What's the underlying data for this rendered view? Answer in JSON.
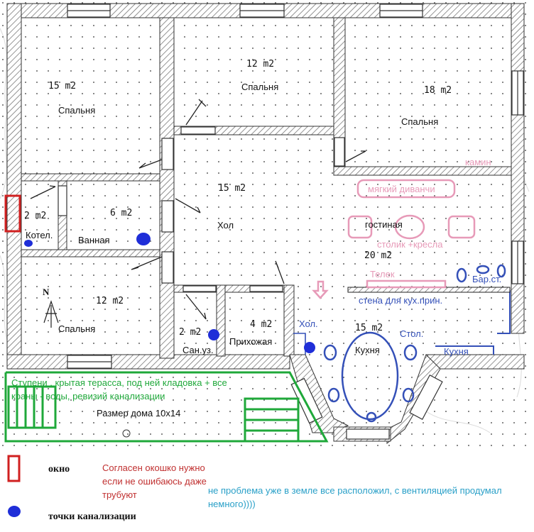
{
  "plan": {
    "rooms": {
      "bedroom_nw": {
        "area": "15 m2",
        "name": "Спальня"
      },
      "bedroom_n": {
        "area": "12 m2",
        "name": "Спальня"
      },
      "bedroom_ne": {
        "area": "18 m2",
        "name": "Спальня"
      },
      "boiler": {
        "area": "2 m2",
        "name": "Котел."
      },
      "bathroom": {
        "area": "6 m2",
        "name": "Ванная"
      },
      "hall": {
        "area": "15 m2",
        "name": "Хол"
      },
      "living": {
        "area": "20 m2",
        "name": "гостиная"
      },
      "bedroom_sw": {
        "area": "12 m2",
        "name": "Спальня"
      },
      "wc": {
        "area": "2 m2",
        "name": "Сан.уз."
      },
      "entry": {
        "area": "4 m2",
        "name": "Прихожая"
      },
      "kitchen": {
        "area": "15 m2",
        "name": "Кухня"
      }
    },
    "annotations": {
      "fireplace": "камин",
      "sofa": "мягкий диванчи",
      "table_chairs": "столик +кресла",
      "tv": "Телек",
      "bar": "Бар.ст.",
      "kitchen_wall": "стена для кух.прин.",
      "hol": "Хол.",
      "table": "Стол.",
      "kitchen_unit": "Кухня",
      "terrace": "Ступени , крытая терасса, под ней кладовка + все краны - воды, ревизий канализации",
      "size": "Размер дома 10x14",
      "compass": "N"
    }
  },
  "legend": {
    "window": "окно",
    "sewer": "точки канализации"
  },
  "comments": {
    "red": "Согласен окошко нужно если не ошибаюсь даже трубуют",
    "cyan": "не проблема уже в земле все расположил, с вентиляцией продумал немного))))"
  },
  "colors": {
    "pink": "#e79ab8",
    "blue": "#3450b8",
    "green": "#1fa83a",
    "red": "#d02020"
  }
}
